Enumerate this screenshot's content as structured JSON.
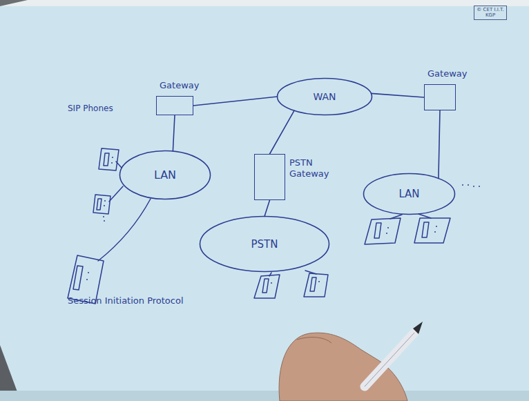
{
  "diagram": {
    "nodes": [
      {
        "text": [
          "Gateway"
        ]
      },
      {
        "text": [
          "WAN"
        ]
      },
      {
        "text": [
          "Gateway"
        ]
      },
      {
        "text": [
          "LAN"
        ]
      },
      {
        "text": [
          "PSTN Gateway"
        ]
      },
      {
        "text": [
          "LAN"
        ]
      },
      {
        "text": [
          "PSTN"
        ]
      }
    ],
    "edges": [
      {
        "from": 0,
        "to": 1,
        "arrow": "none"
      },
      {
        "from": 1,
        "to": 2,
        "arrow": "none"
      },
      {
        "from": 0,
        "to": 3,
        "arrow": "none"
      },
      {
        "from": 1,
        "to": 4,
        "arrow": "none"
      },
      {
        "from": 2,
        "to": 5,
        "arrow": "none"
      },
      {
        "from": 4,
        "to": 6,
        "arrow": "none"
      }
    ],
    "labels": [
      "© CET I.I.T. KGP",
      "SIP Phones",
      "Session Initiation Protocol"
    ]
  }
}
